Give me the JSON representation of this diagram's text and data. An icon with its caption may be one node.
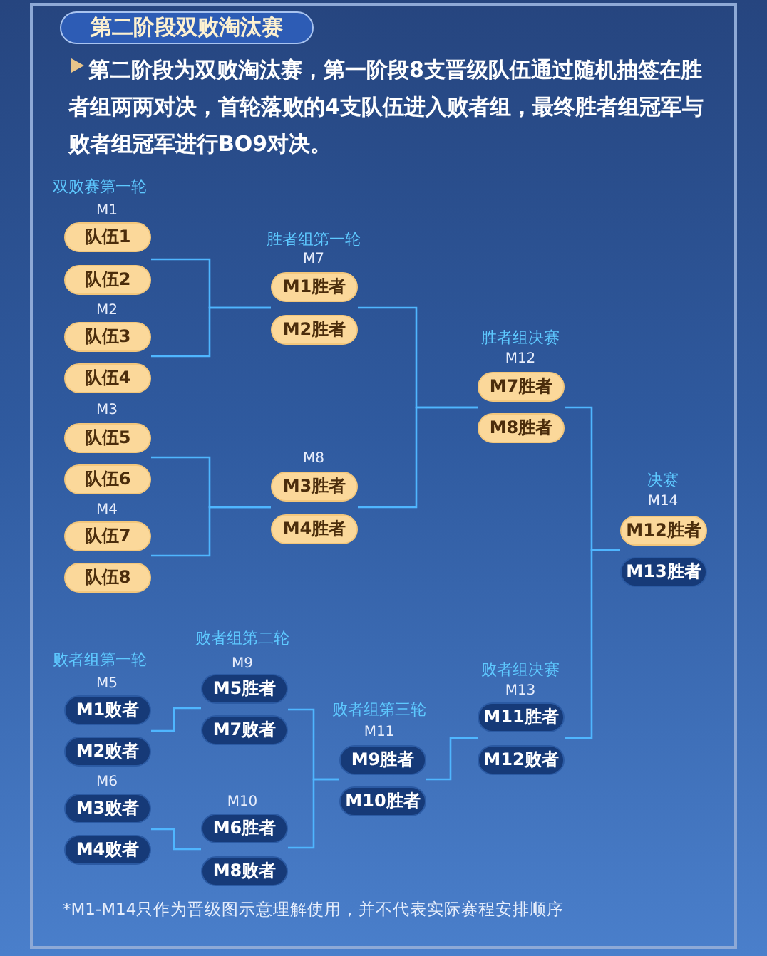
{
  "diagram": {
    "title": "第二阶段双败淘汰赛",
    "nodes": [
      {
        "text": [
          "队伍1"
        ]
      },
      {
        "text": [
          "队伍2"
        ]
      },
      {
        "text": [
          "队伍3"
        ]
      },
      {
        "text": [
          "队伍4"
        ]
      },
      {
        "text": [
          "队伍5"
        ]
      },
      {
        "text": [
          "队伍6"
        ]
      },
      {
        "text": [
          "队伍7"
        ]
      },
      {
        "text": [
          "队伍8"
        ]
      },
      {
        "text": [
          "M1胜者"
        ]
      },
      {
        "text": [
          "M2胜者"
        ]
      },
      {
        "text": [
          "M3胜者"
        ]
      },
      {
        "text": [
          "M4胜者"
        ]
      },
      {
        "text": [
          "M7胜者"
        ]
      },
      {
        "text": [
          "M8胜者"
        ]
      },
      {
        "text": [
          "M12胜者"
        ]
      },
      {
        "text": [
          "M13胜者"
        ]
      },
      {
        "text": [
          "M1败者"
        ]
      },
      {
        "text": [
          "M2败者"
        ]
      },
      {
        "text": [
          "M3败者"
        ]
      },
      {
        "text": [
          "M4败者"
        ]
      },
      {
        "text": [
          "M5胜者"
        ]
      },
      {
        "text": [
          "M7败者"
        ]
      },
      {
        "text": [
          "M6胜者"
        ]
      },
      {
        "text": [
          "M8败者"
        ]
      },
      {
        "text": [
          "M9胜者"
        ]
      },
      {
        "text": [
          "M10胜者"
        ]
      },
      {
        "text": [
          "M11胜者"
        ]
      },
      {
        "text": [
          "M12败者"
        ]
      }
    ],
    "edges": [
      {
        "from": 0,
        "to": 8,
        "arrow": "none"
      },
      {
        "from": 2,
        "to": 9,
        "arrow": "none"
      },
      {
        "from": 4,
        "to": 10,
        "arrow": "none"
      },
      {
        "from": 6,
        "to": 11,
        "arrow": "none"
      },
      {
        "from": 8,
        "to": 12,
        "arrow": "none"
      },
      {
        "from": 10,
        "to": 13,
        "arrow": "none"
      },
      {
        "from": 12,
        "to": 14,
        "arrow": "none"
      },
      {
        "from": 26,
        "to": 15,
        "arrow": "none"
      },
      {
        "from": 16,
        "to": 20,
        "arrow": "none"
      },
      {
        "from": 18,
        "to": 22,
        "arrow": "none"
      },
      {
        "from": 20,
        "to": 24,
        "arrow": "none"
      },
      {
        "from": 22,
        "to": 25,
        "arrow": "none"
      },
      {
        "from": 24,
        "to": 26,
        "arrow": "none"
      }
    ],
    "labels": [
      "第二阶段为双败淘汰赛，第一阶段8支晋级队伍通过随机抽签在胜者组两两对决，首轮落败的4支队伍进入败者组，最终胜者组冠军与败者组冠军进行BO9对决。",
      "双败赛第一轮",
      "M1",
      "胜者组第一轮",
      "M7",
      "M2",
      "胜者组决赛",
      "M12",
      "M3",
      "M8",
      "决赛",
      "M4",
      "M14",
      "败者组第二轮",
      "败者组第一轮",
      "M9",
      "败者组决赛",
      "M5",
      "M13",
      "败者组第三轮",
      "M11",
      "M6",
      "M10",
      "*M1-M14只作为晋级图示意理解使用，并不代表实际赛程安排顺序"
    ]
  }
}
